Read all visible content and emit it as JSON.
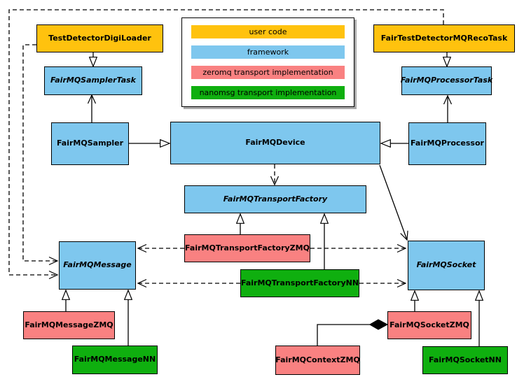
{
  "legend": {
    "items": [
      {
        "label": "user code",
        "color": "#FFC20E"
      },
      {
        "label": "framework",
        "color": "#7EC7EE"
      },
      {
        "label": "zeromq transport implementation",
        "color": "#F98181"
      },
      {
        "label": "nanomsg transport implementation",
        "color": "#0FAF0F"
      }
    ]
  },
  "nodes": {
    "test_detector_digi_loader": {
      "label": "TestDetectorDigiLoader",
      "category": "user code",
      "abstract": false
    },
    "fair_test_detector_mq_reco_task": {
      "label": "FairTestDetectorMQRecoTask",
      "category": "user code",
      "abstract": false
    },
    "fairmq_sampler_task": {
      "label": "FairMQSamplerTask",
      "category": "framework",
      "abstract": true
    },
    "fairmq_processor_task": {
      "label": "FairMQProcessorTask",
      "category": "framework",
      "abstract": true
    },
    "fairmq_sampler": {
      "label": "FairMQSampler",
      "category": "framework",
      "abstract": false
    },
    "fairmq_device": {
      "label": "FairMQDevice",
      "category": "framework",
      "abstract": false
    },
    "fairmq_processor": {
      "label": "FairMQProcessor",
      "category": "framework",
      "abstract": false
    },
    "fairmq_transport_factory": {
      "label": "FairMQTransportFactory",
      "category": "framework",
      "abstract": true
    },
    "fairmq_transport_factory_zmq": {
      "label": "FairMQTransportFactoryZMQ",
      "category": "zeromq",
      "abstract": false
    },
    "fairmq_transport_factory_nn": {
      "label": "FairMQTransportFactoryNN",
      "category": "nanomsg",
      "abstract": false
    },
    "fairmq_message": {
      "label": "FairMQMessage",
      "category": "framework",
      "abstract": true
    },
    "fairmq_socket": {
      "label": "FairMQSocket",
      "category": "framework",
      "abstract": true
    },
    "fairmq_message_zmq": {
      "label": "FairMQMessageZMQ",
      "category": "zeromq",
      "abstract": false
    },
    "fairmq_message_nn": {
      "label": "FairMQMessageNN",
      "category": "nanomsg",
      "abstract": false
    },
    "fairmq_context_zmq": {
      "label": "FairMQContextZMQ",
      "category": "zeromq",
      "abstract": false
    },
    "fairmq_socket_zmq": {
      "label": "FairMQSocketZMQ",
      "category": "zeromq",
      "abstract": false
    },
    "fairmq_socket_nn": {
      "label": "FairMQSocketNN",
      "category": "nanomsg",
      "abstract": false
    }
  },
  "edges": [
    {
      "from": "TestDetectorDigiLoader",
      "to": "FairMQSamplerTask",
      "type": "inheritance",
      "line": "solid"
    },
    {
      "from": "FairTestDetectorMQRecoTask",
      "to": "FairMQProcessorTask",
      "type": "inheritance",
      "line": "solid"
    },
    {
      "from": "FairMQSampler",
      "to": "FairMQDevice",
      "type": "inheritance",
      "line": "solid"
    },
    {
      "from": "FairMQProcessor",
      "to": "FairMQDevice",
      "type": "inheritance",
      "line": "solid"
    },
    {
      "from": "FairMQSampler",
      "to": "FairMQSamplerTask",
      "type": "arrow",
      "line": "solid"
    },
    {
      "from": "FairMQProcessor",
      "to": "FairMQProcessorTask",
      "type": "arrow",
      "line": "solid"
    },
    {
      "from": "FairMQDevice",
      "to": "FairMQTransportFactory",
      "type": "arrow",
      "line": "dashed"
    },
    {
      "from": "FairMQDevice",
      "to": "FairMQSocket",
      "type": "arrow",
      "line": "solid"
    },
    {
      "from": "FairMQTransportFactoryZMQ",
      "to": "FairMQTransportFactory",
      "type": "inheritance",
      "line": "solid"
    },
    {
      "from": "FairMQTransportFactoryNN",
      "to": "FairMQTransportFactory",
      "type": "inheritance",
      "line": "solid"
    },
    {
      "from": "FairMQTransportFactoryZMQ",
      "to": "FairMQMessage",
      "type": "arrow",
      "line": "dashed"
    },
    {
      "from": "FairMQTransportFactoryZMQ",
      "to": "FairMQSocket",
      "type": "arrow",
      "line": "dashed"
    },
    {
      "from": "FairMQTransportFactoryNN",
      "to": "FairMQMessage",
      "type": "arrow",
      "line": "dashed"
    },
    {
      "from": "FairMQTransportFactoryNN",
      "to": "FairMQSocket",
      "type": "arrow",
      "line": "dashed"
    },
    {
      "from": "TestDetectorDigiLoader",
      "to": "FairMQMessage",
      "type": "arrow",
      "line": "dashed"
    },
    {
      "from": "FairTestDetectorMQRecoTask",
      "to": "FairMQMessage",
      "type": "arrow",
      "line": "dashed"
    },
    {
      "from": "FairMQMessageZMQ",
      "to": "FairMQMessage",
      "type": "inheritance",
      "line": "solid"
    },
    {
      "from": "FairMQMessageNN",
      "to": "FairMQMessage",
      "type": "inheritance",
      "line": "solid"
    },
    {
      "from": "FairMQSocketZMQ",
      "to": "FairMQSocket",
      "type": "inheritance",
      "line": "solid"
    },
    {
      "from": "FairMQSocketNN",
      "to": "FairMQSocket",
      "type": "inheritance",
      "line": "solid"
    },
    {
      "from": "FairMQContextZMQ",
      "to": "FairMQSocketZMQ",
      "type": "composition",
      "line": "solid"
    }
  ]
}
